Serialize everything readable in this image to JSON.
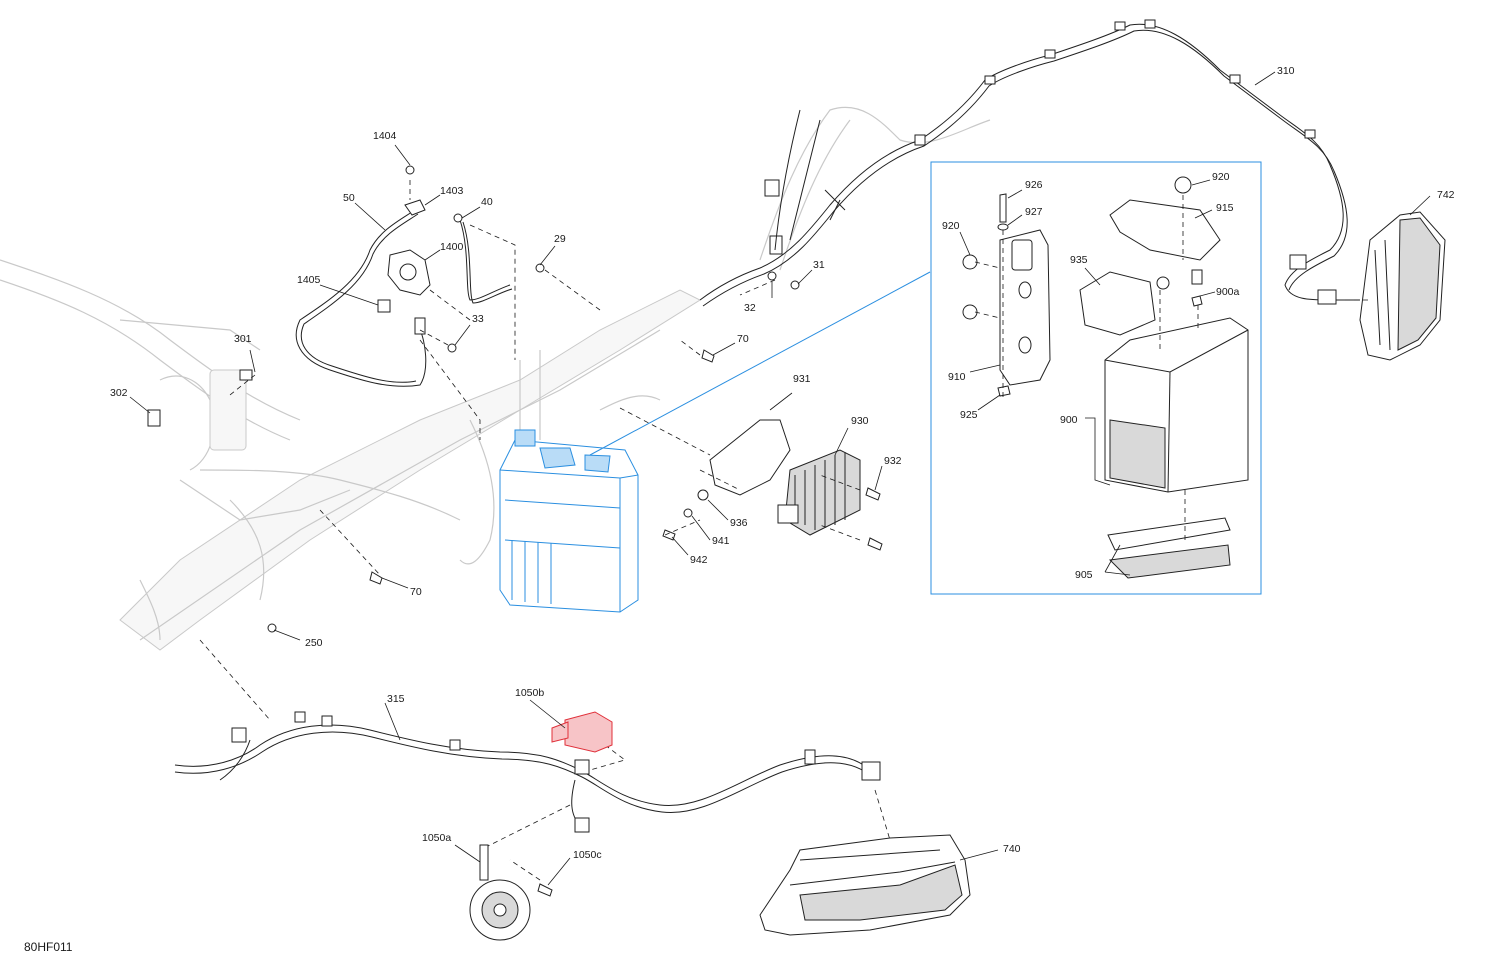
{
  "drawing_code": "80HF011",
  "colors": {
    "highlight_battery": "#2b8fe0",
    "highlight_part_1050b": "#e0303a",
    "detail_frame": "#2b8fe0"
  },
  "callouts": {
    "c1404": "1404",
    "c1403": "1403",
    "c1400": "1400",
    "c1405": "1405",
    "c50": "50",
    "c40": "40",
    "c29": "29",
    "c33": "33",
    "c31": "31",
    "c32": "32",
    "c70a": "70",
    "c70b": "70",
    "c301": "301",
    "c302": "302",
    "c250": "250",
    "c931": "931",
    "c930": "930",
    "c932": "932",
    "c936": "936",
    "c941": "941",
    "c942": "942",
    "c926": "926",
    "c927": "927",
    "c920a": "920",
    "c920b": "920",
    "c915": "915",
    "c935": "935",
    "c900a": "900a",
    "c910": "910",
    "c925": "925",
    "c900": "900",
    "c905": "905",
    "c310": "310",
    "c742": "742",
    "c315": "315",
    "c1050b": "1050b",
    "c1050a": "1050a",
    "c1050c": "1050c",
    "c740": "740"
  }
}
